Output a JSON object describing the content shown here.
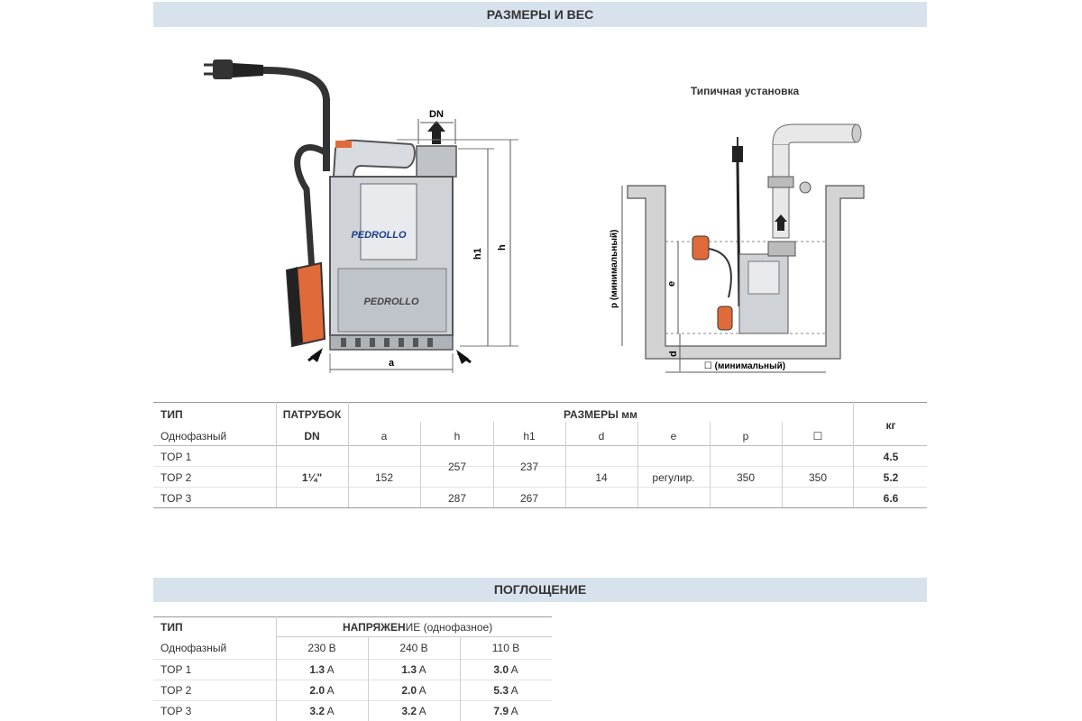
{
  "sections": {
    "dimensions_title": "РАЗМЕРЫ И ВЕС",
    "absorption_title": "ПОГЛОЩЕНИЕ"
  },
  "diagrams": {
    "installation_caption": "Типичная установка",
    "pump_logo": "PEDROLLO",
    "pump_labels": {
      "dn": "DN",
      "h1": "h1",
      "h": "h",
      "a": "a"
    },
    "install_labels": {
      "p_min": "p (минимальный)",
      "e": "e",
      "d": "d",
      "width_min": "☐ (минимальный)"
    }
  },
  "dim_table": {
    "col_type": "ТИП",
    "col_type_sub": "Однофазный",
    "col_outlet": "ПАТРУБОК",
    "col_outlet_sub": "DN",
    "col_dims": "РАЗМЕРЫ мм",
    "col_weight": "кг",
    "dim_cols": [
      "a",
      "h",
      "h1",
      "d",
      "e",
      "p",
      "☐"
    ],
    "models": [
      "TOP 1",
      "TOP 2",
      "TOP 3"
    ],
    "outlet_value": "1¼\"",
    "a_value": "152",
    "h_values": [
      "257",
      "287"
    ],
    "h1_values": [
      "237",
      "267"
    ],
    "d_value": "14",
    "e_value": "регулир.",
    "p_value": "350",
    "sq_value": "350",
    "weights": [
      "4.5",
      "5.2",
      "6.6"
    ]
  },
  "abs_table": {
    "col_type": "ТИП",
    "col_type_sub": "Однофазный",
    "col_voltage_bold": "НАПРЯЖЕН",
    "col_voltage_rest": "ИЕ (однофазное)",
    "voltages": [
      "230 В",
      "240 В",
      "110 В"
    ],
    "unit": "A",
    "rows": [
      {
        "model": "TOP 1",
        "values": [
          "1.3",
          "1.3",
          "3.0"
        ]
      },
      {
        "model": "TOP 2",
        "values": [
          "2.0",
          "2.0",
          "5.3"
        ]
      },
      {
        "model": "TOP 3",
        "values": [
          "3.2",
          "3.2",
          "7.9"
        ]
      }
    ]
  },
  "colors": {
    "band": "#d7e2ec",
    "float": "#e06a3a",
    "pump_body": "#cfd3d8"
  }
}
